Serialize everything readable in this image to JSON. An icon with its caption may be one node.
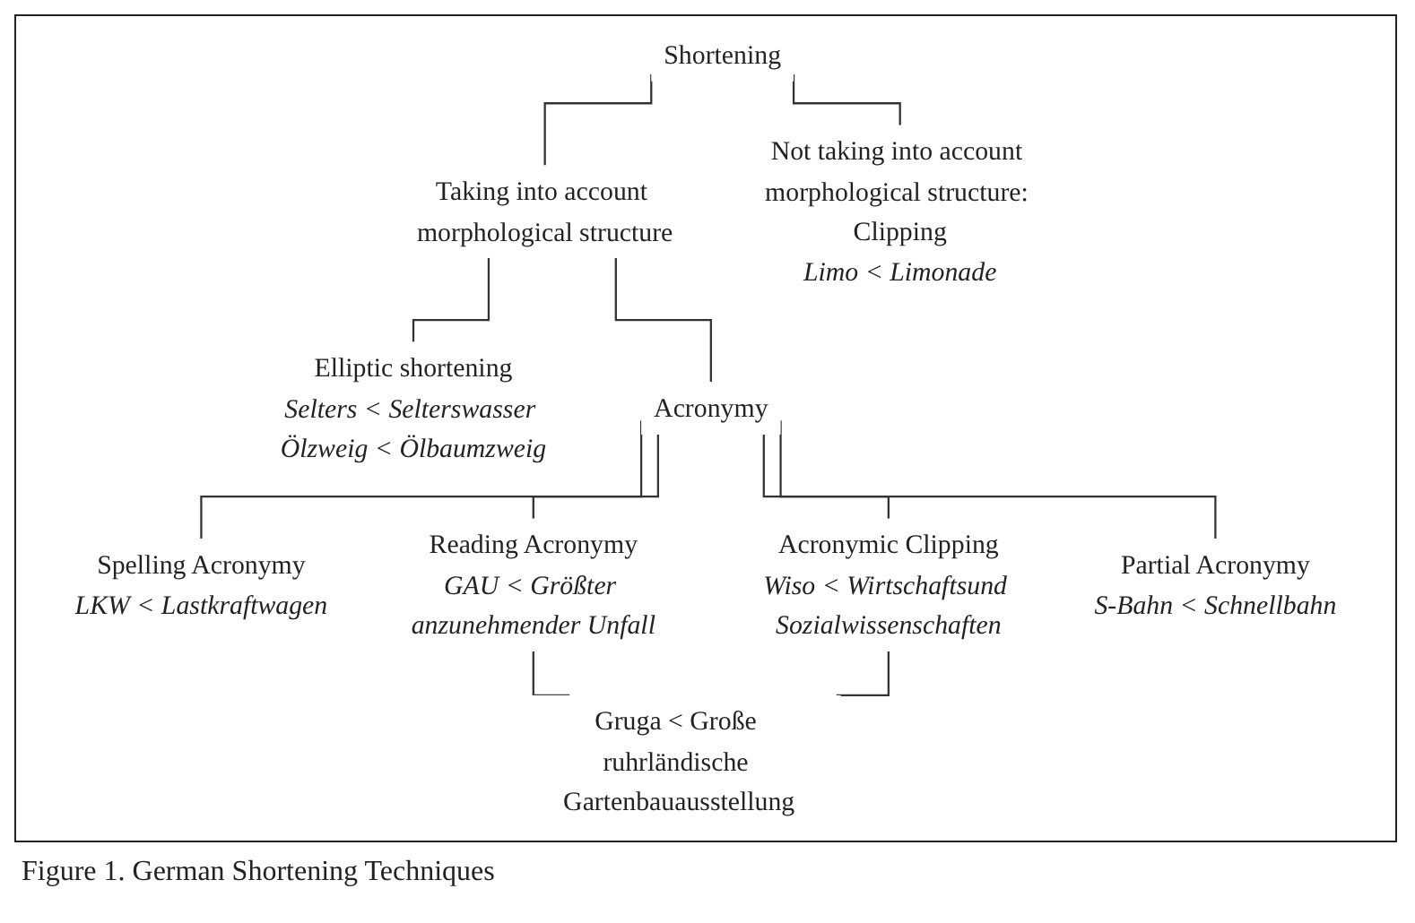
{
  "diagram": {
    "caption": "Figure 1. German Shortening Techniques",
    "nodes": [
      {
        "text": [
          "Shortening"
        ]
      },
      {
        "text": [
          "Taking into account morphological structure"
        ]
      },
      {
        "text": [
          "Not taking into account morphological structure: Clipping",
          "Limo < Limonade"
        ]
      },
      {
        "text": [
          "Elliptic shortening",
          "Selters < Selterswasser Ölzweig < Ölbaumzweig"
        ]
      },
      {
        "text": [
          "Acronymy"
        ]
      },
      {
        "text": [
          "Spelling Acronymy",
          "LKW < Lastkraftwagen"
        ]
      },
      {
        "text": [
          "Reading Acronymy",
          "GAU < Größter anzunehmender Unfall"
        ]
      },
      {
        "text": [
          "Acronymic Clipping",
          "Wiso < Wirtschaftsund Sozialwissenschaften"
        ]
      },
      {
        "text": [
          "Partial Acronymy",
          "S-Bahn < Schnellbahn"
        ]
      },
      {
        "text": [
          "Gruga < Große ruhrländische Gartenbauausstellung"
        ]
      }
    ],
    "edges": [
      {
        "from": 0,
        "to": 1,
        "arrow": "none"
      },
      {
        "from": 0,
        "to": 2,
        "arrow": "none"
      },
      {
        "from": 1,
        "to": 3,
        "arrow": "none"
      },
      {
        "from": 1,
        "to": 4,
        "arrow": "none"
      },
      {
        "from": 4,
        "to": 5,
        "arrow": "none"
      },
      {
        "from": 4,
        "to": 6,
        "arrow": "none"
      },
      {
        "from": 4,
        "to": 7,
        "arrow": "none"
      },
      {
        "from": 4,
        "to": 8,
        "arrow": "none"
      },
      {
        "from": 6,
        "to": 9,
        "arrow": "none"
      },
      {
        "from": 7,
        "to": 9,
        "arrow": "none"
      }
    ]
  }
}
